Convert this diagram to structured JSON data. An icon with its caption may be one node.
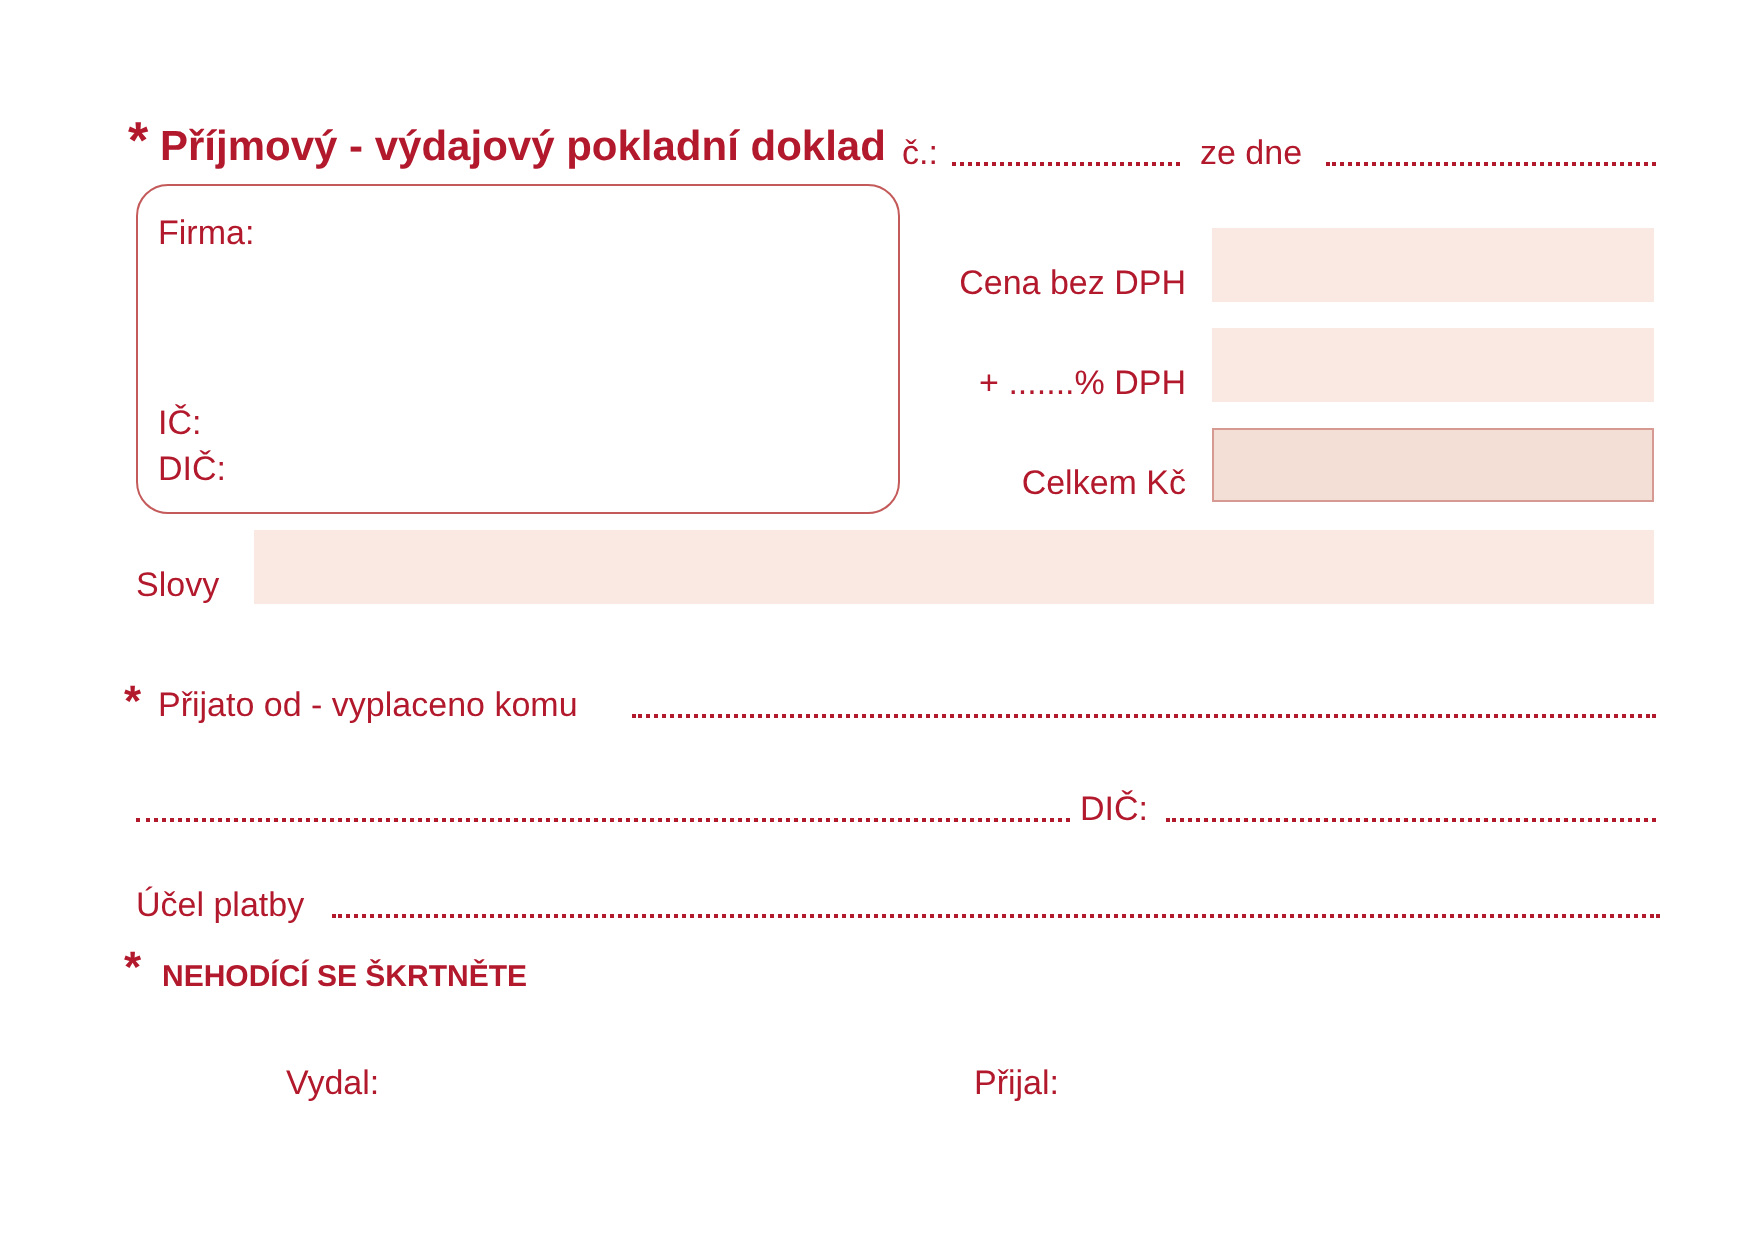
{
  "diagram": {
    "title": "Příjmový - výdajový pokladní doklad",
    "nodes": [
      {
        "text": [
          "Firma:",
          "IČ:",
          "DIČ:"
        ]
      },
      {
        "text": [],
        "shape": "box",
        "beside": [
          "Cena bez DPH"
        ]
      },
      {
        "text": [],
        "shape": "box",
        "beside": [
          "+ .......% DPH"
        ]
      },
      {
        "text": [],
        "shape": "box",
        "beside": [
          "Celkem Kč"
        ]
      },
      {
        "text": [],
        "shape": "box",
        "beside": [
          "Slovy"
        ]
      }
    ],
    "labels": [
      "*",
      "č.:",
      "ze dne",
      "*",
      "Přijato od - vyplaceno komu",
      "DIČ:",
      "Účel platby",
      "*",
      "NEHODÍCÍ SE ŠKRTNĚTE",
      "Vydal:",
      "Přijal:"
    ]
  }
}
